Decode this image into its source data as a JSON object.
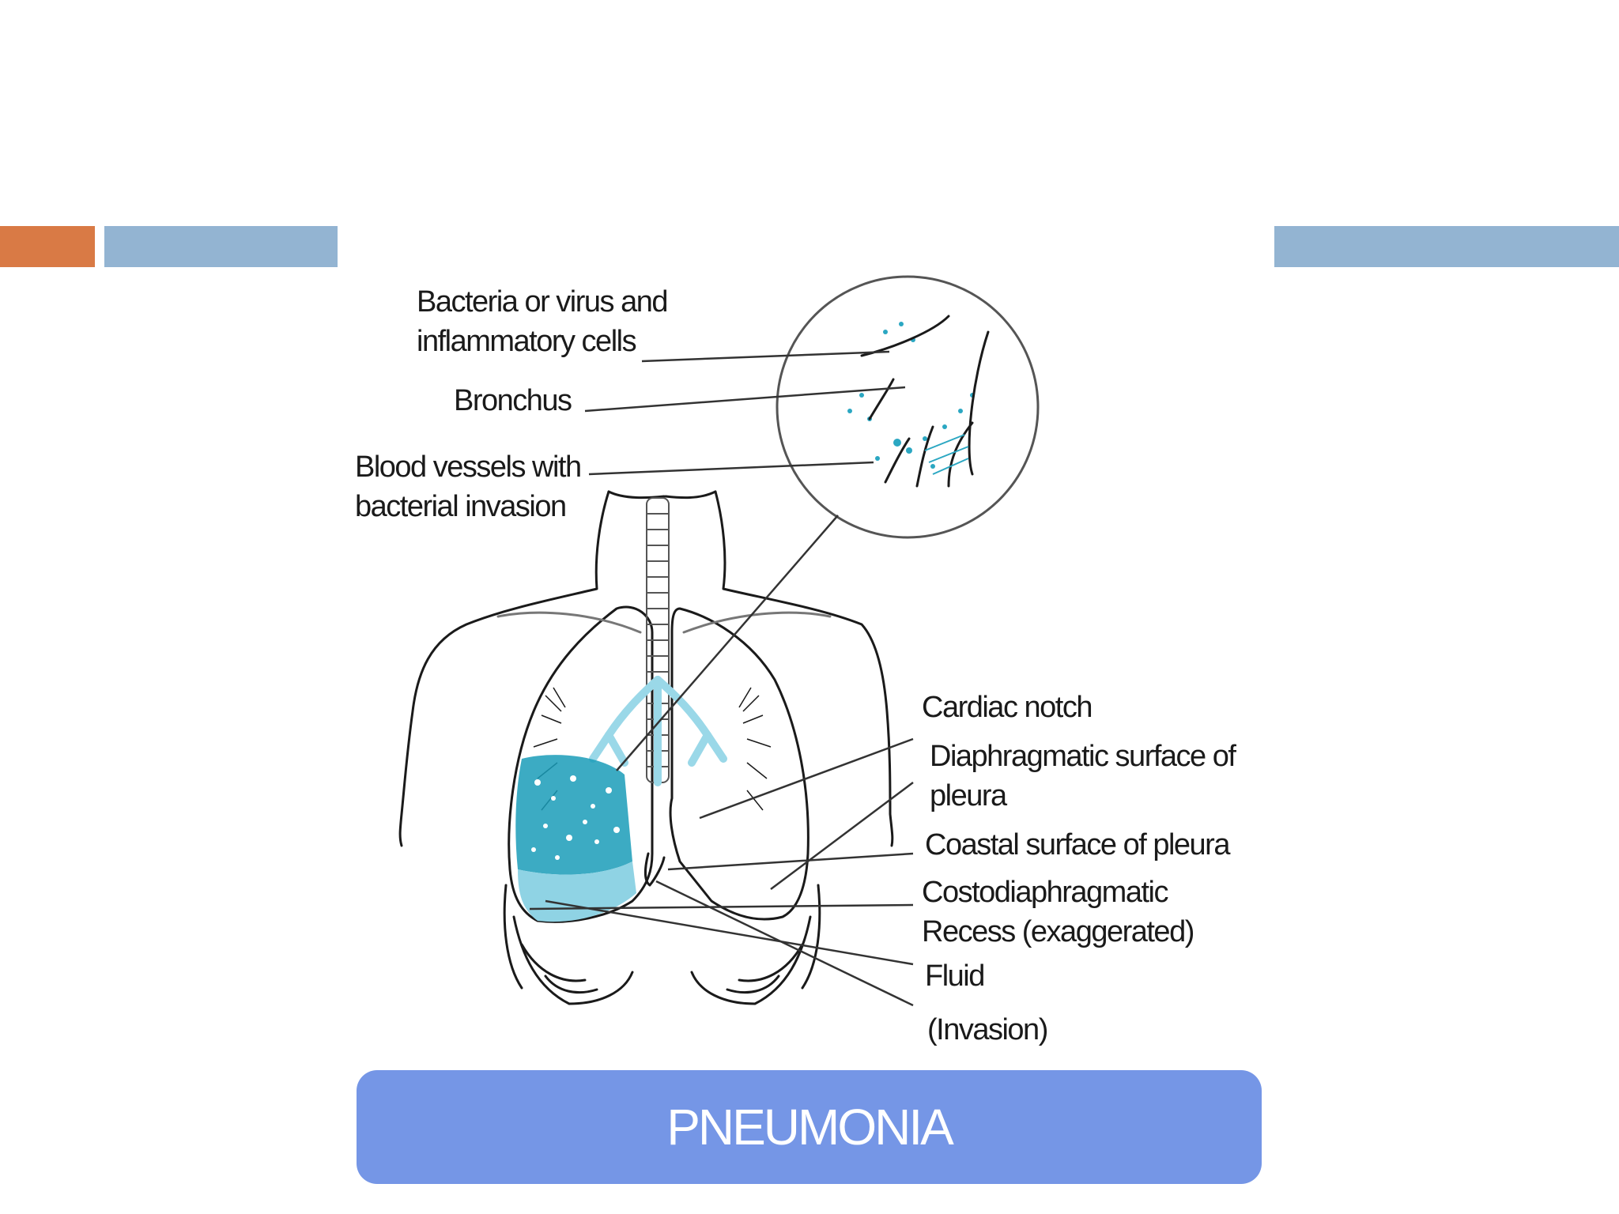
{
  "labels": {
    "bacteria_line1": "Bacteria or virus and",
    "bacteria_line2": "inflammatory cells",
    "bronchus": "Bronchus",
    "blood_line1": "Blood vessels with",
    "blood_line2": "bacterial invasion",
    "cardiac": "Cardiac notch",
    "diaphragmatic_line1": "Diaphragmatic surface of",
    "diaphragmatic_line2": "pleura",
    "coastal": "Coastal surface of pleura",
    "costo_line1": "Costodiaphragmatic",
    "costo_line2": "Recess (exaggerated)",
    "fluid": "Fluid",
    "invasion": "(Invasion)"
  },
  "banner": {
    "title": "PNEUMONIA"
  },
  "colors": {
    "accent_orange": "#d97a45",
    "accent_blue": "#93b4d2",
    "banner_blue": "#7596e6",
    "infection_teal": "#1a9cb8",
    "fluid_teal": "#8fd3e4",
    "line": "#1a1a1a"
  }
}
